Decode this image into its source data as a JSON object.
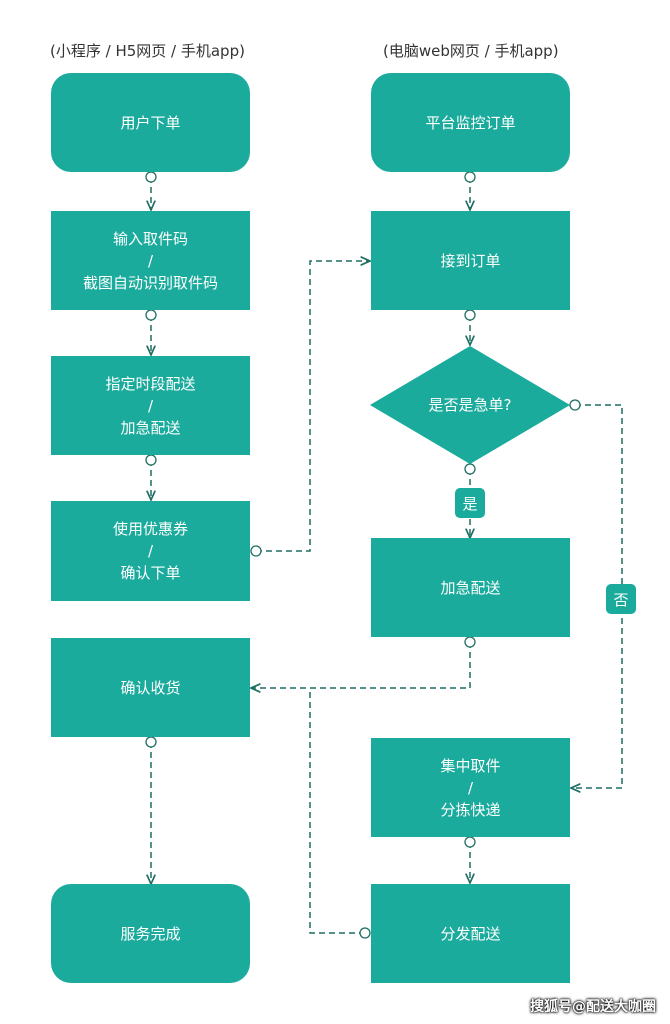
{
  "columns": {
    "left": "(小程序 / H5网页 / 手机app)",
    "right": "(电脑web网页 / 手机app)"
  },
  "nodes": {
    "user_order": "用户下单",
    "input_code": [
      "输入取件码",
      "/",
      "截图自动识别取件码"
    ],
    "schedule": [
      "指定时段配送",
      "/",
      "加急配送"
    ],
    "coupon": [
      "使用优惠券",
      "/",
      "确认下单"
    ],
    "confirm_receipt": "确认收货",
    "service_done": "服务完成",
    "monitor": "平台监控订单",
    "accept": "接到订单",
    "is_urgent": "是否是急单?",
    "urgent_delivery": "加急配送",
    "collect_sort": [
      "集中取件",
      "/",
      "分拣快递"
    ],
    "dispatch": "分发配送"
  },
  "edge_labels": {
    "yes": "是",
    "no": "否"
  },
  "watermark": "搜狐号@配送大咖圈",
  "colors": {
    "node_fill": "#1aab9c",
    "edge": "#1e6e62",
    "text": "#ffffff"
  }
}
